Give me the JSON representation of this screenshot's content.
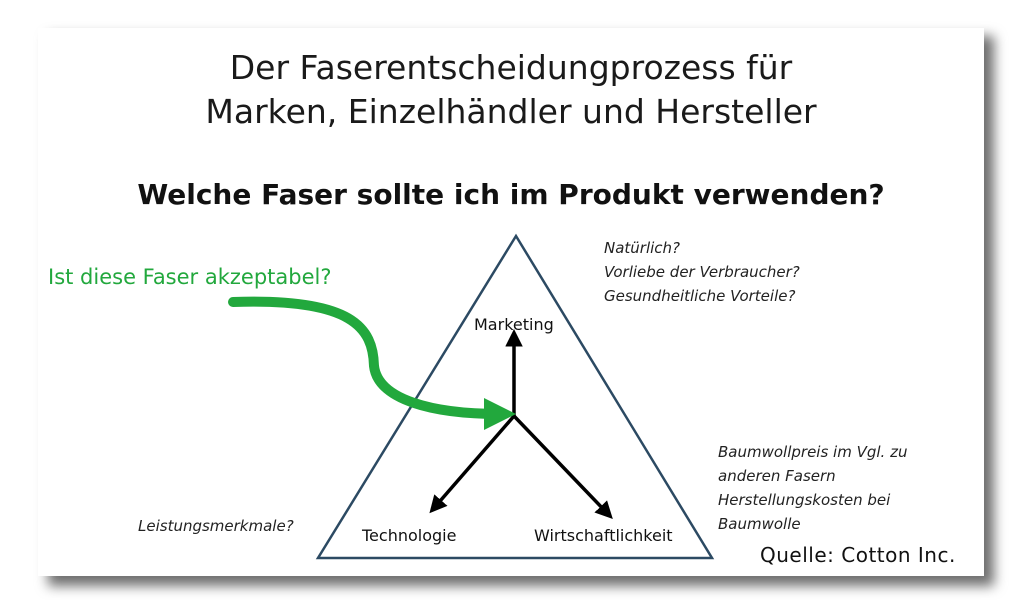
{
  "slide": {
    "title_line1": "Der Faserentscheidungprozess für",
    "title_line2": "Marken, Einzelhändler und Hersteller",
    "question": "Welche Faser sollte ich im Produkt verwenden?",
    "acceptability": "Ist diese Faser akzeptabel?",
    "corners": {
      "marketing": "Marketing",
      "technology": "Technologie",
      "economics": "Wirtschaftlichkeit"
    },
    "marketing_notes": [
      "Natürlich?",
      "Vorliebe der Verbraucher?",
      "Gesundheitliche Vorteile?"
    ],
    "economics_notes": [
      "Baumwollpreis im Vgl. zu",
      "anderen Fasern",
      "Herstellungskosten bei",
      "Baumwolle"
    ],
    "performance_note": "Leistungsmerkmale?",
    "source": "Quelle: Cotton Inc."
  },
  "colors": {
    "accent_green": "#22a83d",
    "triangle_stroke": "#2c4a63",
    "text": "#111111"
  }
}
